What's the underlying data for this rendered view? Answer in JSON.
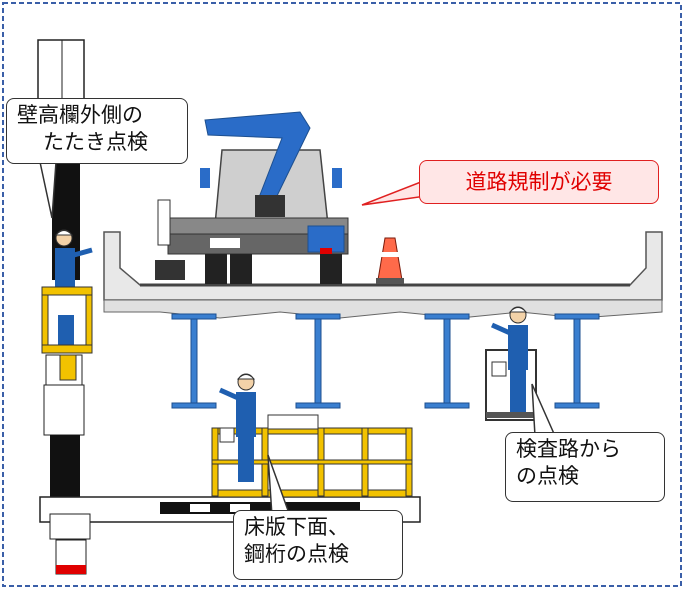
{
  "callouts": {
    "wall_outer": {
      "line1": "壁高欄外側の",
      "line2": "たたき点検"
    },
    "road_restriction": {
      "text": "道路規制が必要"
    },
    "inspection_path": {
      "line1": "検査路から",
      "line2": "の点検"
    },
    "deck_girder": {
      "line1": "床版下面、",
      "line2": "鋼桁の点検"
    }
  },
  "colors": {
    "accent_red": "#e00000",
    "callout_red_fill": "#ffe6e6",
    "worker_blue": "#1f5fb0",
    "bucket_yellow": "#f2c200",
    "truck_blue": "#2a6cc8",
    "deck_gray": "#e6e6e6",
    "border_blue_dashed": "#3a5fa8"
  }
}
